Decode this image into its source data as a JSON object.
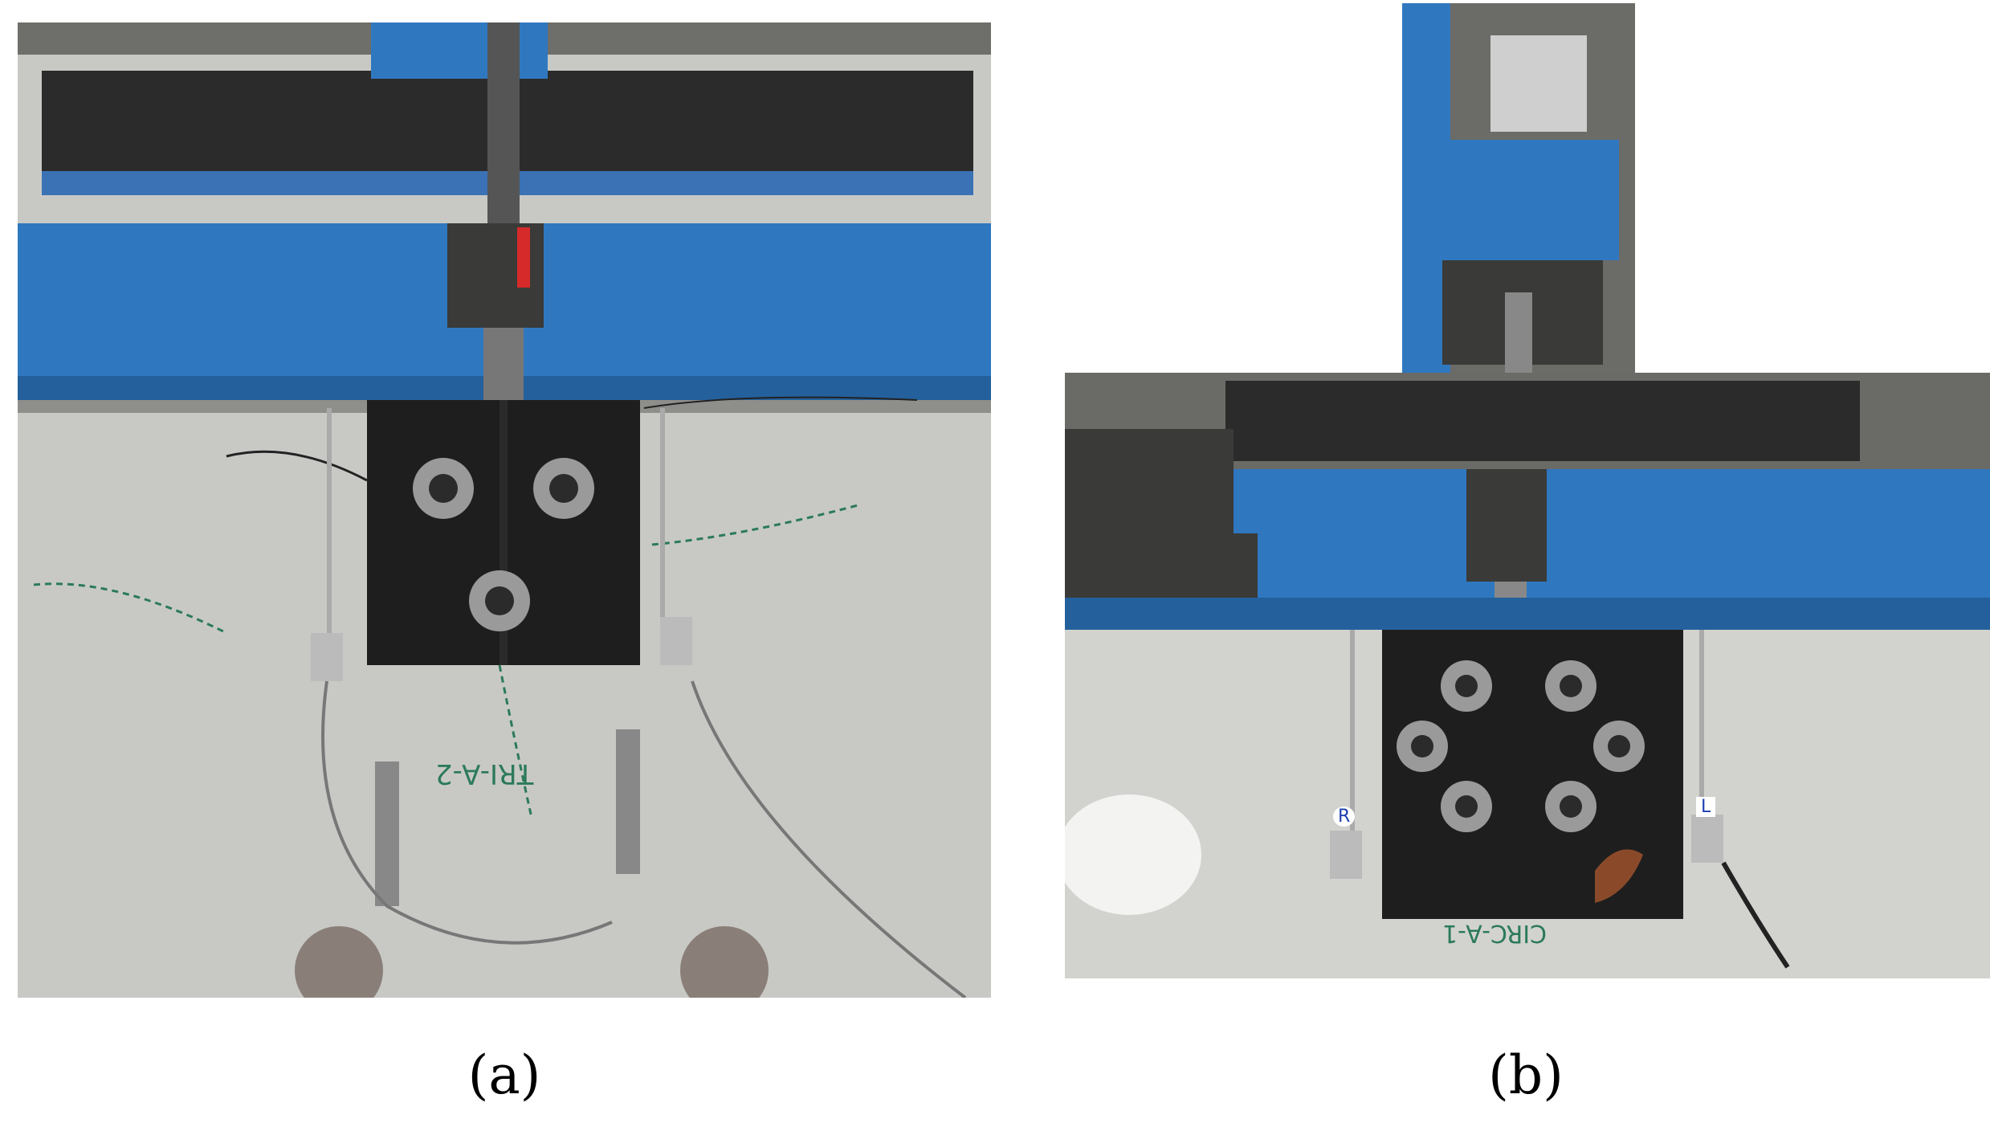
{
  "figure": {
    "panels": [
      {
        "id": "a",
        "caption": "(a)",
        "specimen_marking": "TRI-A-2",
        "photo_content": "black-steel-plate-with-3-bolts-on-concrete-slab-loading-frame",
        "colors": {
          "frame": "#2f78c0",
          "plate": "#1e1e1e",
          "concrete": "#c8c9c5",
          "crack_ink": "#2c7a5a"
        }
      },
      {
        "id": "b",
        "caption": "(b)",
        "specimen_marking": "CIRC-A-1",
        "sensor_labels": [
          "R",
          "L"
        ],
        "photo_content": "black-steel-plate-with-6-bolts-on-concrete-slab-loading-frame",
        "colors": {
          "frame": "#2f78c0",
          "plate": "#1e1e1e",
          "concrete": "#d2d3cf",
          "crack_ink": "#2c7a5a"
        }
      }
    ]
  }
}
